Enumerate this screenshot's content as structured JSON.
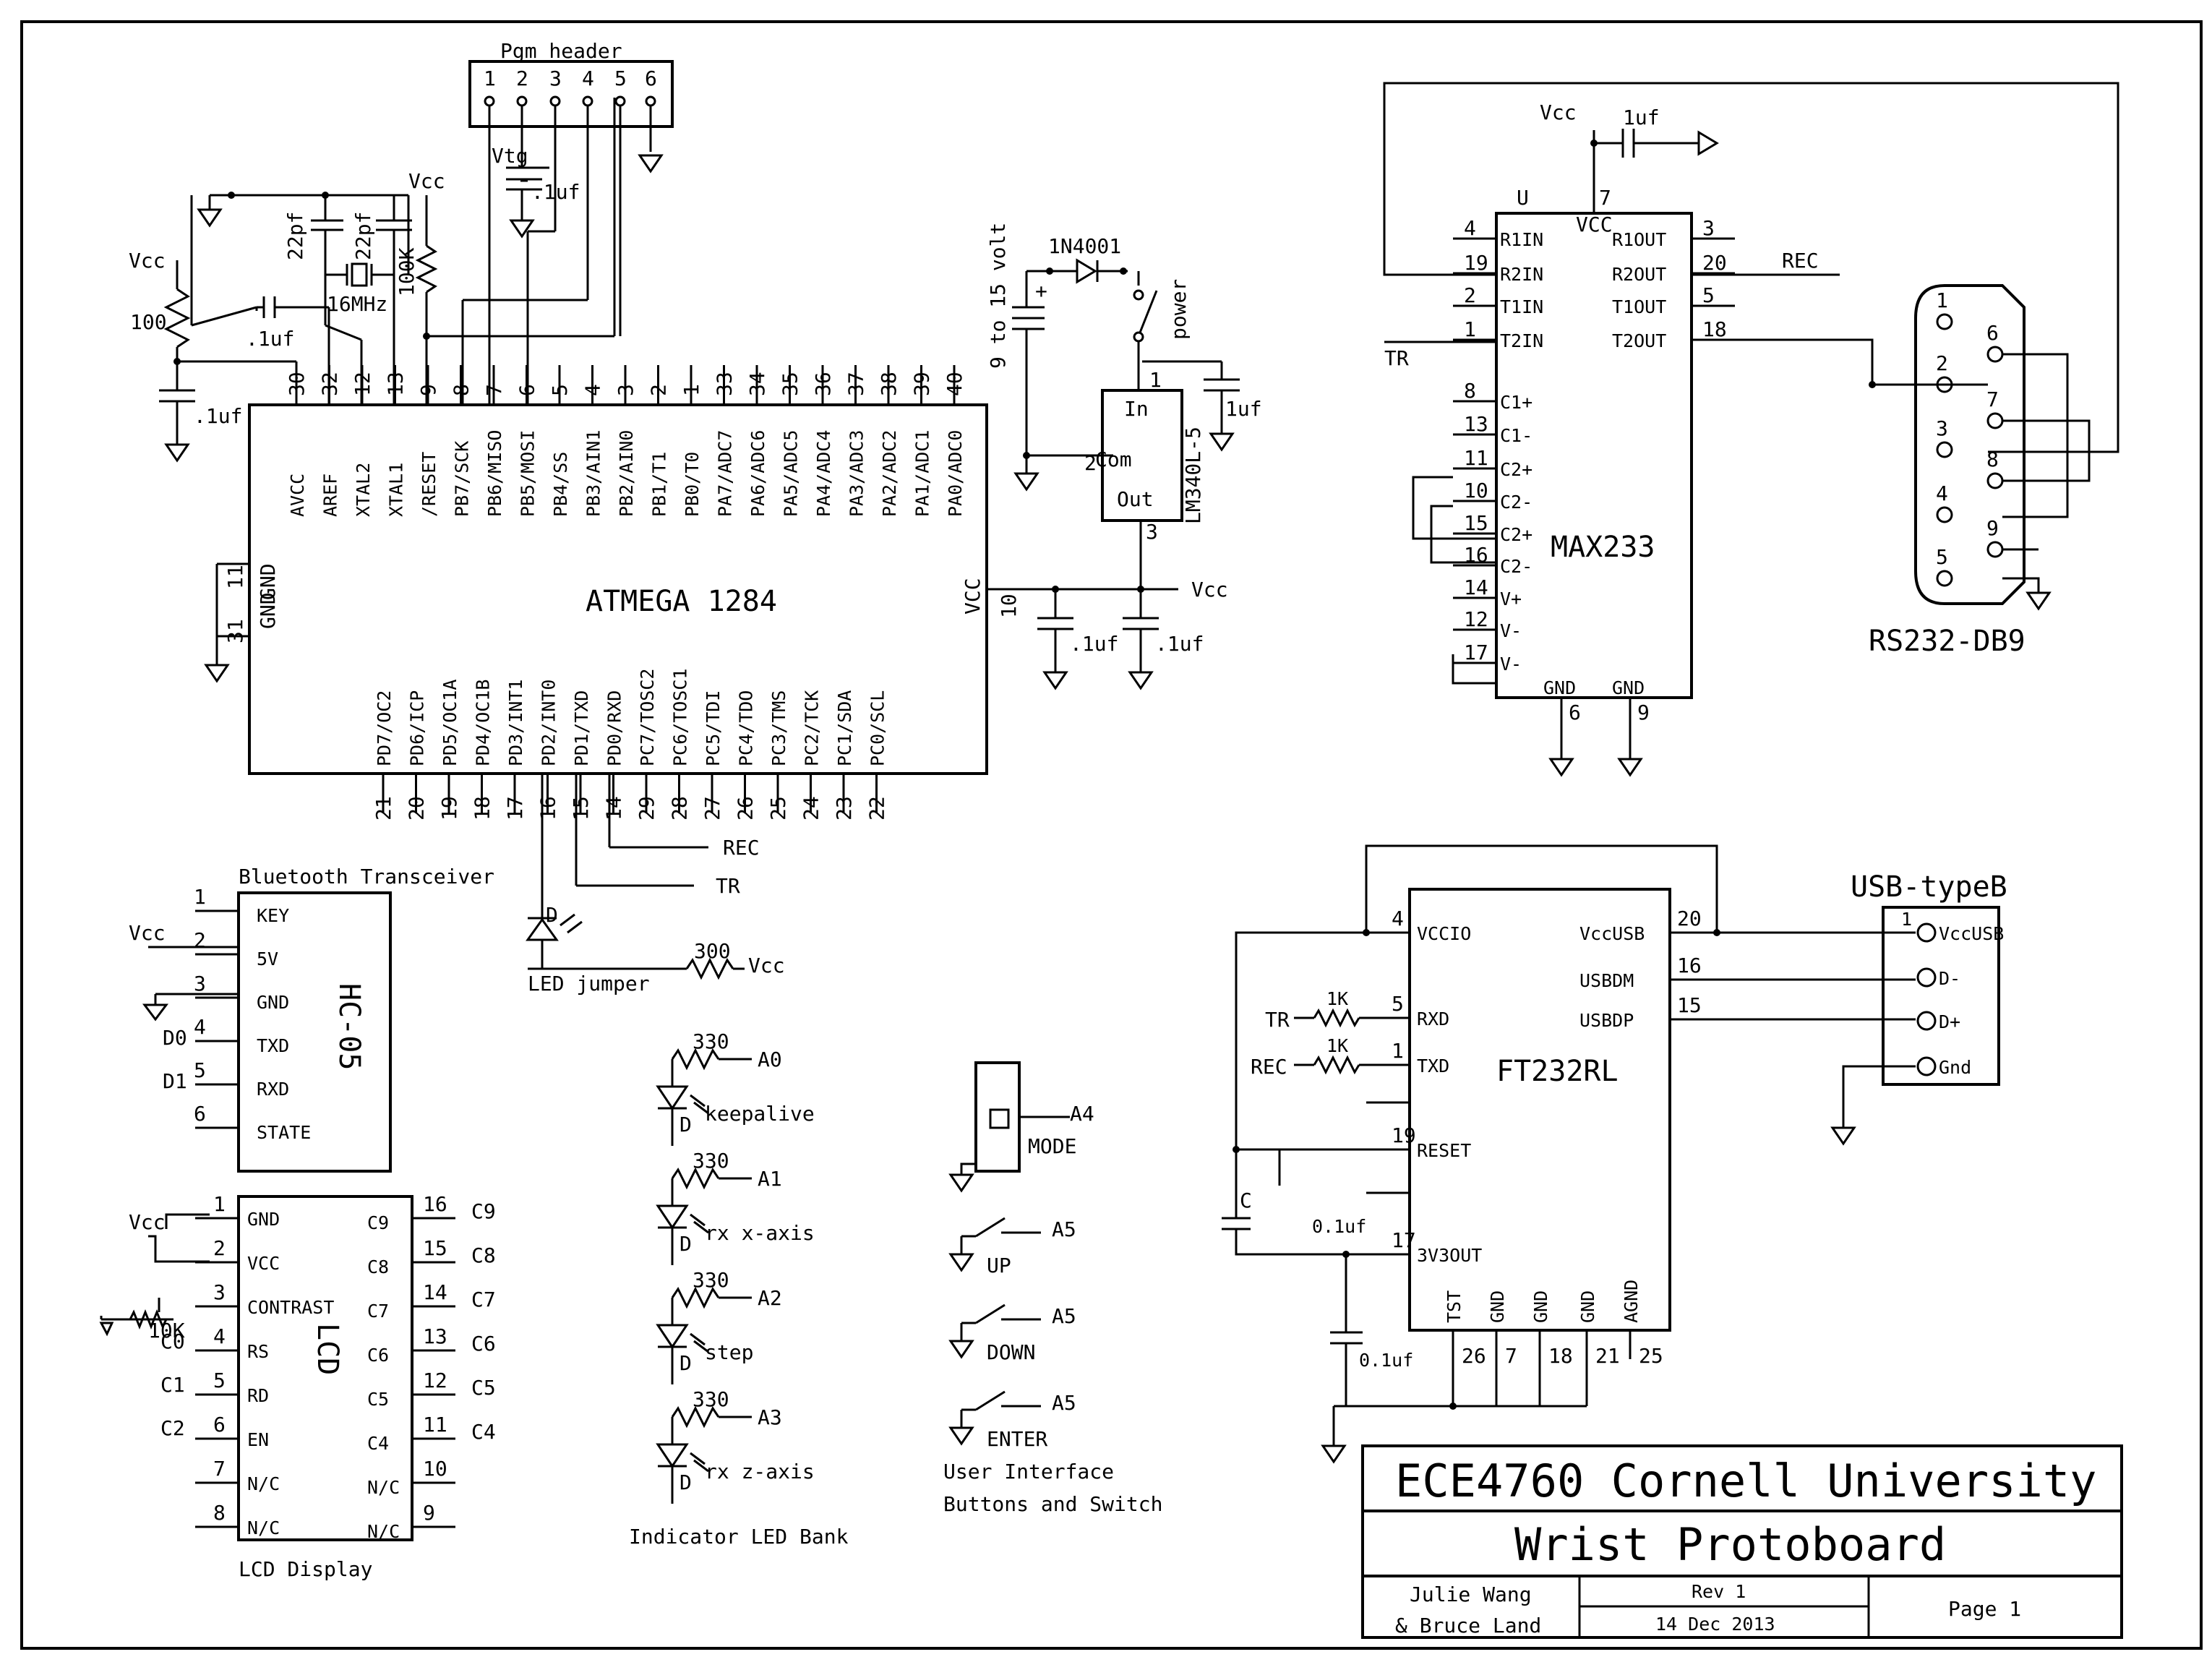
{
  "atmega": {
    "name": "ATMEGA 1284",
    "top_pins": [
      {
        "num": "30",
        "label": "AVCC"
      },
      {
        "num": "32",
        "label": "AREF"
      },
      {
        "num": "12",
        "label": "XTAL2"
      },
      {
        "num": "13",
        "label": "XTAL1"
      },
      {
        "num": "9",
        "label": "/RESET"
      },
      {
        "num": "8",
        "label": "PB7/SCK"
      },
      {
        "num": "7",
        "label": "PB6/MISO"
      },
      {
        "num": "6",
        "label": "PB5/MOSI"
      },
      {
        "num": "5",
        "label": "PB4/SS"
      },
      {
        "num": "4",
        "label": "PB3/AIN1"
      },
      {
        "num": "3",
        "label": "PB2/AIN0"
      },
      {
        "num": "2",
        "label": "PB1/T1"
      },
      {
        "num": "1",
        "label": "PB0/T0"
      },
      {
        "num": "33",
        "label": "PA7/ADC7"
      },
      {
        "num": "34",
        "label": "PA6/ADC6"
      },
      {
        "num": "35",
        "label": "PA5/ADC5"
      },
      {
        "num": "36",
        "label": "PA4/ADC4"
      },
      {
        "num": "37",
        "label": "PA3/ADC3"
      },
      {
        "num": "38",
        "label": "PA2/ADC2"
      },
      {
        "num": "39",
        "label": "PA1/ADC1"
      },
      {
        "num": "40",
        "label": "PA0/ADC0"
      }
    ],
    "bottom_pins": [
      {
        "num": "21",
        "label": "PD7/OC2"
      },
      {
        "num": "20",
        "label": "PD6/ICP"
      },
      {
        "num": "19",
        "label": "PD5/OC1A"
      },
      {
        "num": "18",
        "label": "PD4/OC1B"
      },
      {
        "num": "17",
        "label": "PD3/INT1"
      },
      {
        "num": "16",
        "label": "PD2/INT0"
      },
      {
        "num": "15",
        "label": "PD1/TXD"
      },
      {
        "num": "14",
        "label": "PD0/RXD"
      },
      {
        "num": "29",
        "label": "PC7/TOSC2"
      },
      {
        "num": "28",
        "label": "PC6/TOSC1"
      },
      {
        "num": "27",
        "label": "PC5/TDI"
      },
      {
        "num": "26",
        "label": "PC4/TDO"
      },
      {
        "num": "25",
        "label": "PC3/TMS"
      },
      {
        "num": "24",
        "label": "PC2/TCK"
      },
      {
        "num": "23",
        "label": "PC1/SDA"
      },
      {
        "num": "22",
        "label": "PC0/SCL"
      }
    ],
    "gnd_label": "GND",
    "gnd_label2": "GND",
    "gnd_pin1": "11",
    "gnd_pin2": "31",
    "vcc_label": "VCC",
    "vcc_pin": "10"
  },
  "pgm_header": {
    "title": "Pgm header",
    "pins": [
      "1",
      "2",
      "3",
      "4",
      "5",
      "6"
    ],
    "vtg": "Vtg",
    "cap": ".1uf"
  },
  "crystal": {
    "c1": "22pf",
    "c2": "22pf",
    "xtal": "16MHz",
    "reset_res": "100K"
  },
  "avcc": {
    "res": "100",
    "cap1": ".1uf",
    "cap2": ".1uf"
  },
  "labels": {
    "vcc": "Vcc",
    "rec": "REC",
    "tr": "TR",
    "d0": "D0",
    "d1": "D1",
    "c0": "C0",
    "c1": "C1",
    "c2": "C2"
  },
  "power": {
    "input": "9 to 15 volt",
    "diode": "1N4001",
    "switch": "power",
    "reg": "LM340L-5",
    "in": "In",
    "com": "Com",
    "out": "Out",
    "cap_in": "1uf",
    "p1": "1",
    "p2": "2",
    "p3": "3",
    "cap_a": ".1uf",
    "cap_b": ".1uf"
  },
  "led_jumper": {
    "d": "D",
    "label": "LED jumper",
    "res": "300",
    "vcc": "Vcc"
  },
  "max233": {
    "name": "MAX233",
    "u": "U",
    "vcc_pin": "7",
    "vcc_label": "VCC",
    "cap": "1uf",
    "left": [
      {
        "num": "4",
        "label": "R1IN"
      },
      {
        "num": "19",
        "label": "R2IN"
      },
      {
        "num": "2",
        "label": "T1IN"
      },
      {
        "num": "1",
        "label": "T2IN"
      },
      {
        "num": "8",
        "label": "C1+"
      },
      {
        "num": "13",
        "label": "C1-"
      },
      {
        "num": "11",
        "label": "C2+"
      },
      {
        "num": "10",
        "label": "C2-"
      },
      {
        "num": "15",
        "label": "C2+"
      },
      {
        "num": "16",
        "label": "C2-"
      },
      {
        "num": "14",
        "label": "V+"
      },
      {
        "num": "12",
        "label": "V-"
      },
      {
        "num": "17",
        "label": "V-"
      }
    ],
    "right": [
      {
        "num": "3",
        "label": "R1OUT"
      },
      {
        "num": "20",
        "label": "R2OUT"
      },
      {
        "num": "5",
        "label": "T1OUT"
      },
      {
        "num": "18",
        "label": "T2OUT"
      }
    ],
    "gnd": [
      {
        "num": "6",
        "label": "GND"
      },
      {
        "num": "9",
        "label": "GND"
      }
    ]
  },
  "db9": {
    "name": "RS232-DB9",
    "pins": [
      "1",
      "2",
      "3",
      "4",
      "5",
      "6",
      "7",
      "8",
      "9"
    ]
  },
  "ft232": {
    "name": "FT232RL",
    "left": [
      {
        "num": "4",
        "label": "VCCIO"
      },
      {
        "num": "5",
        "label": "RXD"
      },
      {
        "num": "1",
        "label": "TXD"
      },
      {
        "num": "19",
        "label": "RESET"
      },
      {
        "num": "17",
        "label": "3V3OUT"
      }
    ],
    "right": [
      {
        "num": "20",
        "label": "VccUSB"
      },
      {
        "num": "16",
        "label": "USBDM"
      },
      {
        "num": "15",
        "label": "USBDP"
      }
    ],
    "bottom": [
      {
        "num": "26",
        "label": "TST"
      },
      {
        "num": "7",
        "label": "GND"
      },
      {
        "num": "18",
        "label": "GND"
      },
      {
        "num": "21",
        "label": "GND"
      },
      {
        "num": "25",
        "label": "AGND"
      }
    ],
    "r_tr": "1K",
    "r_rec": "1K",
    "cap_c": "C",
    "cap_01a": "0.1uf",
    "cap_01b": "0.1uf"
  },
  "usb": {
    "name": "USB-typeB",
    "pin1": "1",
    "pins": [
      "VccUSB",
      "D-",
      "D+",
      "Gnd"
    ]
  },
  "hc05": {
    "title": "Bluetooth Transceiver",
    "name": "HC-05",
    "pins": [
      {
        "num": "1",
        "label": "KEY"
      },
      {
        "num": "2",
        "label": "5V"
      },
      {
        "num": "3",
        "label": "GND"
      },
      {
        "num": "4",
        "label": "TXD"
      },
      {
        "num": "5",
        "label": "RXD"
      },
      {
        "num": "6",
        "label": "STATE"
      }
    ]
  },
  "lcd": {
    "name": "LCD",
    "caption": "LCD Display",
    "pot": "10K",
    "left": [
      {
        "num": "1",
        "label": "GND"
      },
      {
        "num": "2",
        "label": "VCC"
      },
      {
        "num": "3",
        "label": "CONTRAST"
      },
      {
        "num": "4",
        "label": "RS"
      },
      {
        "num": "5",
        "label": "RD"
      },
      {
        "num": "6",
        "label": "EN"
      },
      {
        "num": "7",
        "label": "N/C"
      },
      {
        "num": "8",
        "label": "N/C"
      }
    ],
    "right": [
      {
        "num": "16",
        "label": "C9"
      },
      {
        "num": "15",
        "label": "C8"
      },
      {
        "num": "14",
        "label": "C7"
      },
      {
        "num": "13",
        "label": "C6"
      },
      {
        "num": "12",
        "label": "C5"
      },
      {
        "num": "11",
        "label": "C4"
      },
      {
        "num": "10",
        "label": "N/C"
      },
      {
        "num": "9",
        "label": "N/C"
      }
    ]
  },
  "led_bank": {
    "caption": "Indicator LED Bank",
    "leds": [
      {
        "res": "330",
        "pin": "A0",
        "label": "keepalive"
      },
      {
        "res": "330",
        "pin": "A1",
        "label": "rx x-axis"
      },
      {
        "res": "330",
        "pin": "A2",
        "label": "step"
      },
      {
        "res": "330",
        "pin": "A3",
        "label": "rx z-axis"
      }
    ],
    "d": "D"
  },
  "ui": {
    "caption1": "User Interface",
    "caption2": "Buttons and Switch",
    "mode_pin": "A4",
    "mode": "MODE",
    "buttons": [
      {
        "pin": "A5",
        "label": "UP"
      },
      {
        "pin": "A5",
        "label": "DOWN"
      },
      {
        "pin": "A5",
        "label": "ENTER"
      }
    ]
  },
  "title_block": {
    "line1": "ECE4760 Cornell University",
    "line2": "Wrist Protoboard",
    "author1": "Julie Wang",
    "author2": "& Bruce Land",
    "rev": "Rev 1",
    "date": "14 Dec 2013",
    "page": "Page 1"
  }
}
